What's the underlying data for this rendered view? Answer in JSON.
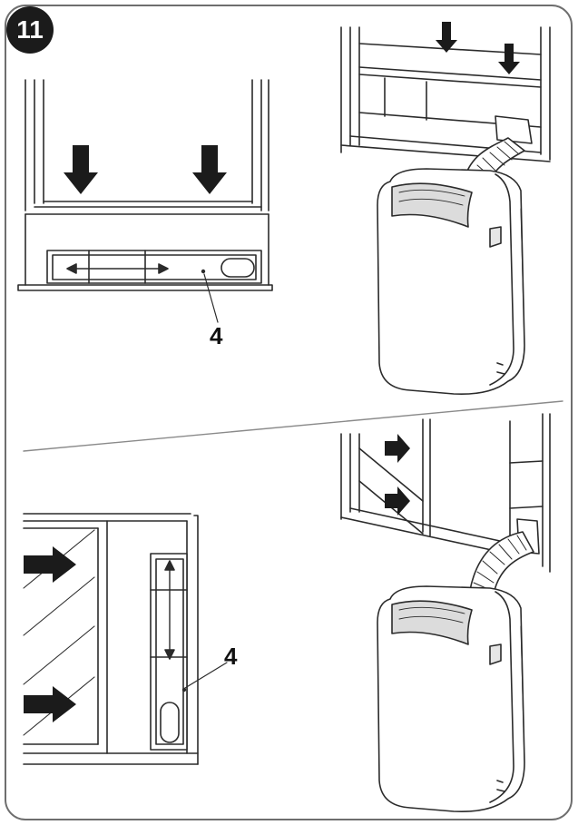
{
  "step_number": "11",
  "callouts": {
    "top": "4",
    "bottom": "4"
  }
}
